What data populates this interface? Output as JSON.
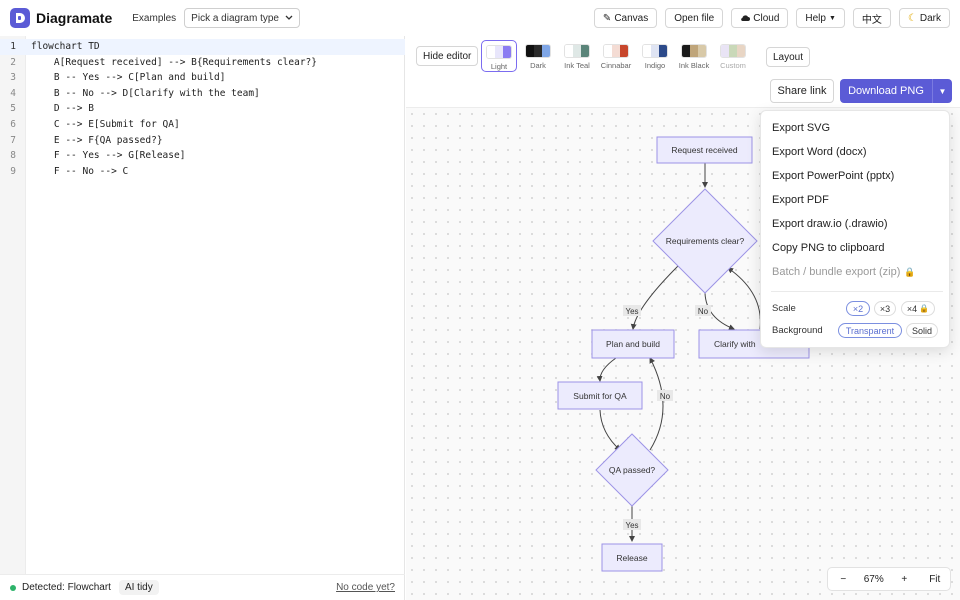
{
  "header": {
    "brand": "Diagramate",
    "examples_label": "Examples",
    "diagram_type_select": "Pick a diagram type",
    "canvas_btn": "Canvas",
    "open_file_btn": "Open file",
    "cloud_btn": "Cloud",
    "help_btn": "Help",
    "lang_btn": "中文",
    "dark_btn": "Dark"
  },
  "editor": {
    "active_line": 1,
    "lines": [
      {
        "n": "1",
        "text": "flowchart TD"
      },
      {
        "n": "2",
        "text": "    A[Request received] --> B{Requirements clear?}"
      },
      {
        "n": "3",
        "text": "    B -- Yes --> C[Plan and build]"
      },
      {
        "n": "4",
        "text": "    B -- No --> D[Clarify with the team]"
      },
      {
        "n": "5",
        "text": "    D --> B"
      },
      {
        "n": "6",
        "text": "    C --> E[Submit for QA]"
      },
      {
        "n": "7",
        "text": "    E --> F{QA passed?}"
      },
      {
        "n": "8",
        "text": "    F -- Yes --> G[Release]"
      },
      {
        "n": "9",
        "text": "    F -- No --> C"
      }
    ],
    "footer": {
      "detected": "Detected: Flowchart",
      "ai_tidy": "AI tidy",
      "no_code": "No code yet?"
    }
  },
  "toolbar": {
    "hide_editor": "Hide editor",
    "themes": [
      {
        "name": "Light",
        "colors": [
          "#ffffff",
          "#e8e6fb",
          "#8b7cf2"
        ],
        "selected": true
      },
      {
        "name": "Dark",
        "colors": [
          "#111111",
          "#2a2a2a",
          "#7fa6e6"
        ]
      },
      {
        "name": "Ink Teal",
        "colors": [
          "#ffffff",
          "#dfe8e6",
          "#5a8479"
        ]
      },
      {
        "name": "Cinnabar",
        "colors": [
          "#ffffff",
          "#f4dcd4",
          "#c8472c"
        ]
      },
      {
        "name": "Indigo",
        "colors": [
          "#ffffff",
          "#dfe4f3",
          "#2c4a8a"
        ]
      },
      {
        "name": "Ink Black",
        "colors": [
          "#1a1a1a",
          "#bfa57a",
          "#d8c9a8"
        ]
      },
      {
        "name": "Custom",
        "colors": [
          "#e9e4f5",
          "#c9d8b8",
          "#e8d5c4"
        ],
        "muted": true
      }
    ],
    "layout_btn": "Layout",
    "share_link": "Share link",
    "download_png": "Download PNG"
  },
  "diagram": {
    "nodes": {
      "A": "Request received",
      "B": "Requirements clear?",
      "C": "Plan and build",
      "D": "Clarify with the team",
      "D_visible": "Clarify with",
      "E": "Submit for QA",
      "F": "QA passed?",
      "G": "Release"
    },
    "edge_labels": {
      "yes1": "Yes",
      "no1": "No",
      "no2": "No",
      "yes2": "Yes"
    },
    "colors": {
      "node_fill": "#ecebfd",
      "node_stroke": "#9c93e6",
      "edge": "#444444"
    }
  },
  "export_menu": {
    "items": [
      {
        "label": "Export SVG"
      },
      {
        "label": "Export Word (docx)"
      },
      {
        "label": "Export PowerPoint (pptx)"
      },
      {
        "label": "Export PDF"
      },
      {
        "label": "Export draw.io (.drawio)"
      },
      {
        "label": "Copy PNG to clipboard"
      },
      {
        "label": "Batch / bundle export (zip)",
        "disabled": true,
        "icon": "lock-icon"
      }
    ],
    "scale_label": "Scale",
    "scales": [
      {
        "label": "×2",
        "selected": true
      },
      {
        "label": "×3"
      },
      {
        "label": "×4",
        "locked": true
      }
    ],
    "background_label": "Background",
    "backgrounds": [
      {
        "label": "Transparent",
        "selected": true
      },
      {
        "label": "Solid"
      }
    ]
  },
  "zoom": {
    "minus": "−",
    "value": "67%",
    "plus": "+",
    "fit": "Fit"
  }
}
